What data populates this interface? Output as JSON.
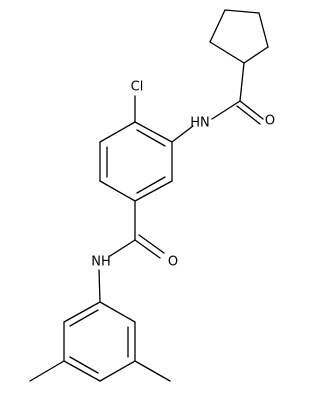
{
  "molecule": {
    "atom_labels": {
      "cl": "Cl",
      "nh_top": "HN",
      "o_top": "O",
      "nh_bottom": "NH",
      "o_bottom": "O"
    }
  }
}
